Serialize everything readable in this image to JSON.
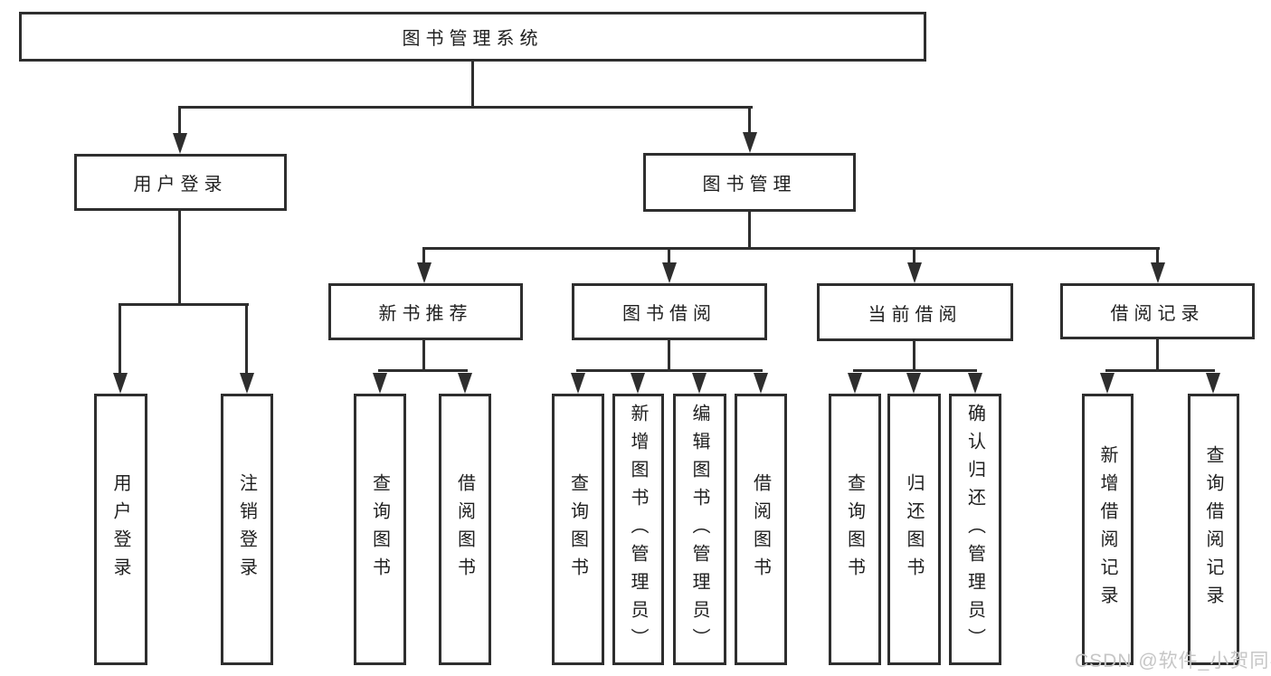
{
  "colors": {
    "line": "#2e2e2e",
    "text": "#1f1f1f",
    "background": "#ffffff",
    "watermark": "#c6c6c6"
  },
  "diagram": {
    "root": {
      "label": "图书管理系统"
    },
    "level2": [
      {
        "label": "用户登录"
      },
      {
        "label": "图书管理"
      }
    ],
    "level3": [
      {
        "label": "新书推荐",
        "parent": "图书管理"
      },
      {
        "label": "图书借阅",
        "parent": "图书管理"
      },
      {
        "label": "当前借阅",
        "parent": "图书管理"
      },
      {
        "label": "借阅记录",
        "parent": "图书管理"
      }
    ],
    "leaves": [
      {
        "label": "用户登录",
        "parent": "用户登录"
      },
      {
        "label": "注销登录",
        "parent": "用户登录"
      },
      {
        "label": "查询图书",
        "parent": "新书推荐"
      },
      {
        "label": "借阅图书",
        "parent": "新书推荐"
      },
      {
        "label": "查询图书",
        "parent": "图书借阅"
      },
      {
        "label": "新增图书（管理员）",
        "parent": "图书借阅"
      },
      {
        "label": "编辑图书（管理员）",
        "parent": "图书借阅"
      },
      {
        "label": "借阅图书",
        "parent": "图书借阅"
      },
      {
        "label": "查询图书",
        "parent": "当前借阅"
      },
      {
        "label": "归还图书",
        "parent": "当前借阅"
      },
      {
        "label": "确认归还（管理员）",
        "parent": "当前借阅"
      },
      {
        "label": "新增借阅记录",
        "parent": "借阅记录"
      },
      {
        "label": "查询借阅记录",
        "parent": "借阅记录"
      }
    ]
  },
  "watermark": {
    "text": "CSDN @软件_小贺同学"
  }
}
